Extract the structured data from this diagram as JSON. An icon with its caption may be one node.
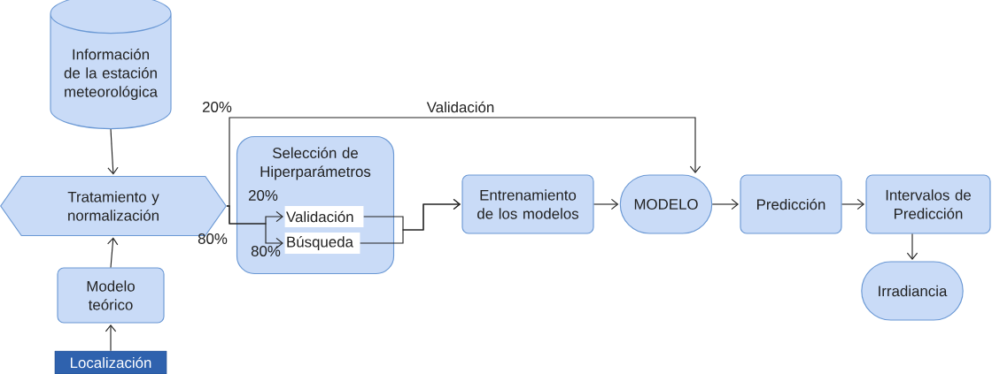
{
  "diagram": {
    "nodes": [
      {
        "text": [
          "Información de la estación meteorológica"
        ]
      },
      {
        "text": [
          "Tratamiento y normalización"
        ]
      },
      {
        "text": [
          "Modelo teórico"
        ]
      },
      {
        "text": [
          "Localización"
        ]
      },
      {
        "text": [
          "Selección de Hiperparámetros"
        ]
      },
      {
        "text": [
          "Validación"
        ],
        "in": 4
      },
      {
        "text": [
          "Búsqueda"
        ],
        "in": 4
      },
      {
        "text": [
          "Entrenamiento de los modelos"
        ]
      },
      {
        "text": [
          "MODELO"
        ]
      },
      {
        "text": [
          "Predicción"
        ]
      },
      {
        "text": [
          "Intervalos de Predicción"
        ]
      },
      {
        "text": [
          "Irradiancia"
        ]
      }
    ],
    "edges": [
      {
        "from": 0,
        "to": 1,
        "arrow": "to"
      },
      {
        "from": 2,
        "to": 1,
        "arrow": "to"
      },
      {
        "from": 3,
        "to": 2,
        "arrow": "to"
      },
      {
        "from": 1,
        "to": 8,
        "arrow": "to",
        "label": "Validación"
      },
      {
        "from": 1,
        "to": 5,
        "arrow": "to",
        "label": "20%"
      },
      {
        "from": 1,
        "to": 6,
        "arrow": "to",
        "label": "80%"
      },
      {
        "from": 5,
        "to": 7,
        "arrow": "to"
      },
      {
        "from": 6,
        "to": 7,
        "arrow": "to"
      },
      {
        "from": 7,
        "to": 8,
        "arrow": "to"
      },
      {
        "from": 8,
        "to": 9,
        "arrow": "to"
      },
      {
        "from": 9,
        "to": 10,
        "arrow": "to"
      },
      {
        "from": 10,
        "to": 11,
        "arrow": "to"
      }
    ],
    "labels": [
      "20%",
      "80%"
    ]
  }
}
